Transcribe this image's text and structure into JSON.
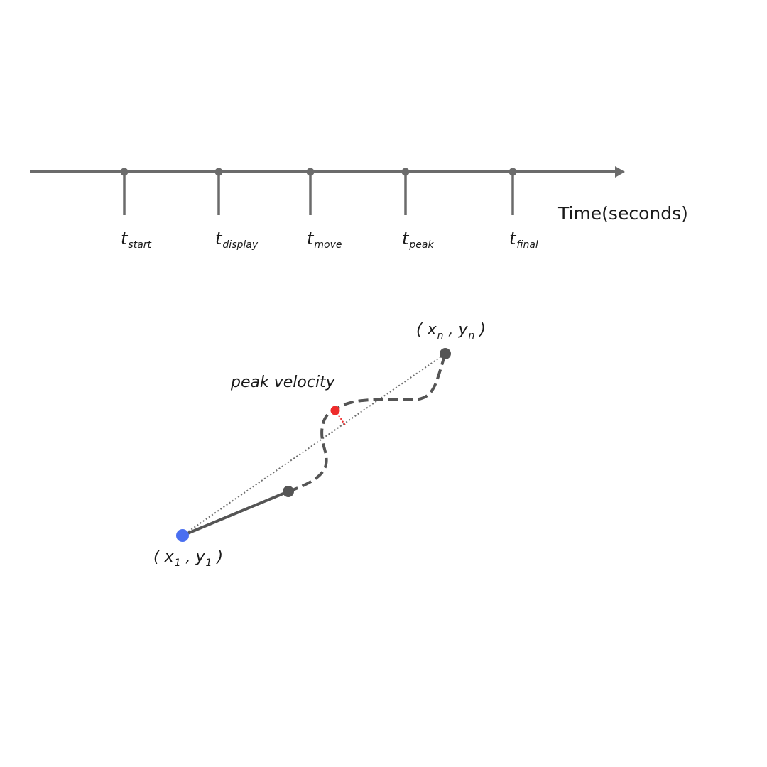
{
  "timeline": {
    "axis_label": "Time(seconds)",
    "ticks": [
      {
        "symbol": "t",
        "subscript": "start"
      },
      {
        "symbol": "t",
        "subscript": "display"
      },
      {
        "symbol": "t",
        "subscript": "move"
      },
      {
        "symbol": "t",
        "subscript": "peak"
      },
      {
        "symbol": "t",
        "subscript": "final"
      }
    ]
  },
  "trajectory": {
    "start_point": {
      "open": "( ",
      "x_symbol": "x",
      "x_sub": "1",
      "sep": " , ",
      "y_symbol": "y",
      "y_sub": "1",
      "close": " )"
    },
    "end_point": {
      "open": "( ",
      "x_symbol": "x",
      "x_sub": "n",
      "sep": " , ",
      "y_symbol": "y",
      "y_sub": "n",
      "close": " )"
    },
    "peak_label": "peak velocity"
  },
  "colors": {
    "line": "#6b6b6b",
    "path": "#555555",
    "start_dot": "#4a6ff0",
    "peak_dot": "#ee2b2b"
  }
}
